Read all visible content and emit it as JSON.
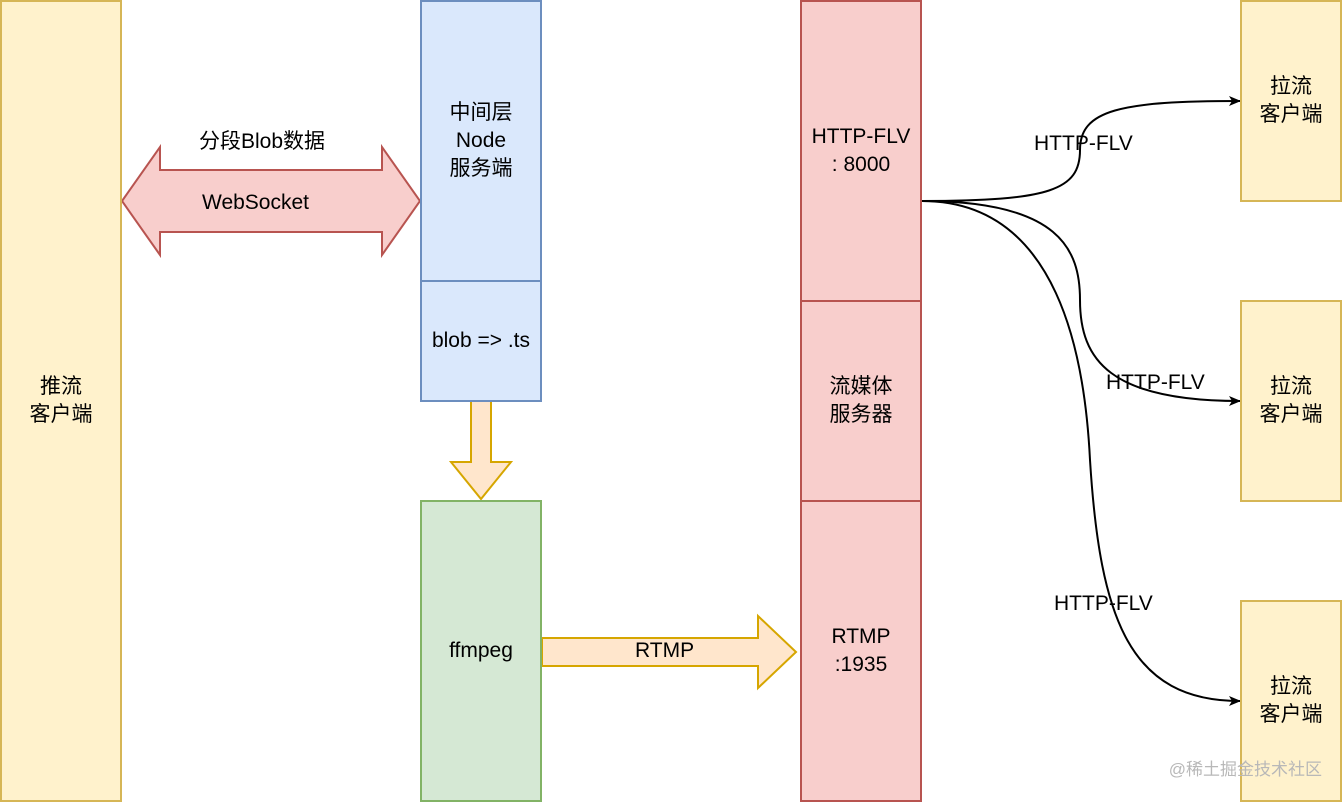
{
  "push_client": {
    "label": "推流\n客户端"
  },
  "middle_layer": {
    "node_label": "中间层\nNode\n服务端",
    "convert_label": "blob => .ts"
  },
  "ffmpeg": {
    "label": "ffmpeg"
  },
  "media_server": {
    "http_flv_label": "HTTP-FLV\n: 8000",
    "server_label": "流媒体\n服务器",
    "rtmp_label": "RTMP\n:1935"
  },
  "pull_clients": [
    {
      "label": "拉流\n客户端"
    },
    {
      "label": "拉流\n客户端"
    },
    {
      "label": "拉流\n客户端"
    }
  ],
  "websocket_arrow": {
    "top_label": "分段Blob数据",
    "inner_label": "WebSocket"
  },
  "rtmp_arrow": {
    "label": "RTMP"
  },
  "flv_edges": [
    {
      "label": "HTTP-FLV"
    },
    {
      "label": "HTTP-FLV"
    },
    {
      "label": "HTTP-FLV"
    }
  ],
  "watermark": "@稀土掘金技术社区",
  "colors": {
    "yellow_fill": "#fff2cc",
    "yellow_stroke": "#d6b656",
    "blue_fill": "#dae8fc",
    "blue_stroke": "#6c8ebf",
    "green_fill": "#d5e8d4",
    "green_stroke": "#82b366",
    "red_fill": "#f8cecc",
    "red_stroke": "#b85450",
    "arrow_orange_fill": "#ffe6cc",
    "arrow_orange_stroke": "#d6a600"
  }
}
